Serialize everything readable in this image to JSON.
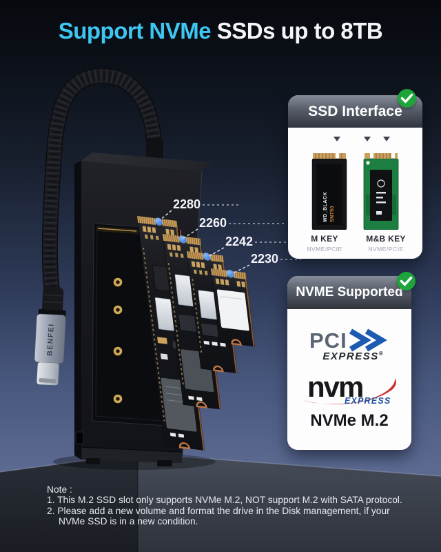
{
  "title": {
    "highlight": "Support NVMe",
    "rest": " SSDs up to 8TB"
  },
  "scene": {
    "brand": "BENFEI",
    "ssd_size_labels": [
      "2280",
      "2260",
      "2242",
      "2230"
    ]
  },
  "panels": {
    "ssd_interface": {
      "title": "SSD Interface",
      "slots": [
        {
          "key_label": "M KEY",
          "protocol": "NVME/PCIE"
        },
        {
          "key_label": "M&B KEY",
          "protocol": "NVME/PCIE"
        }
      ],
      "wd_label_line1": "WD_BLACK",
      "wd_label_line2": "SN750"
    },
    "nvme_supported": {
      "title": "NVME Supported",
      "pci_logo": {
        "pci": "PCI",
        "express": "EXPRESS",
        "reg": "®"
      },
      "nvm_logo": {
        "nvm": "nvm",
        "express": "EXPRESS"
      },
      "caption": "NVMe M.2"
    }
  },
  "note": {
    "heading": "Note :",
    "lines": [
      "1. This M.2 SSD slot only supports NVMe M.2, NOT support M.2 with SATA protocol.",
      "2. Please add a new volume and format the drive in the Disk management, if your",
      "NVMe SSD is in a new condition."
    ]
  },
  "colors": {
    "accent_cyan": "#3ec6f2",
    "check_green": "#1ea43b",
    "dot_blue": "#2e7fe6",
    "pci_blue": "#1d5bb0",
    "nvm_red": "#cf2e2e",
    "gold": "#c89e5c"
  }
}
